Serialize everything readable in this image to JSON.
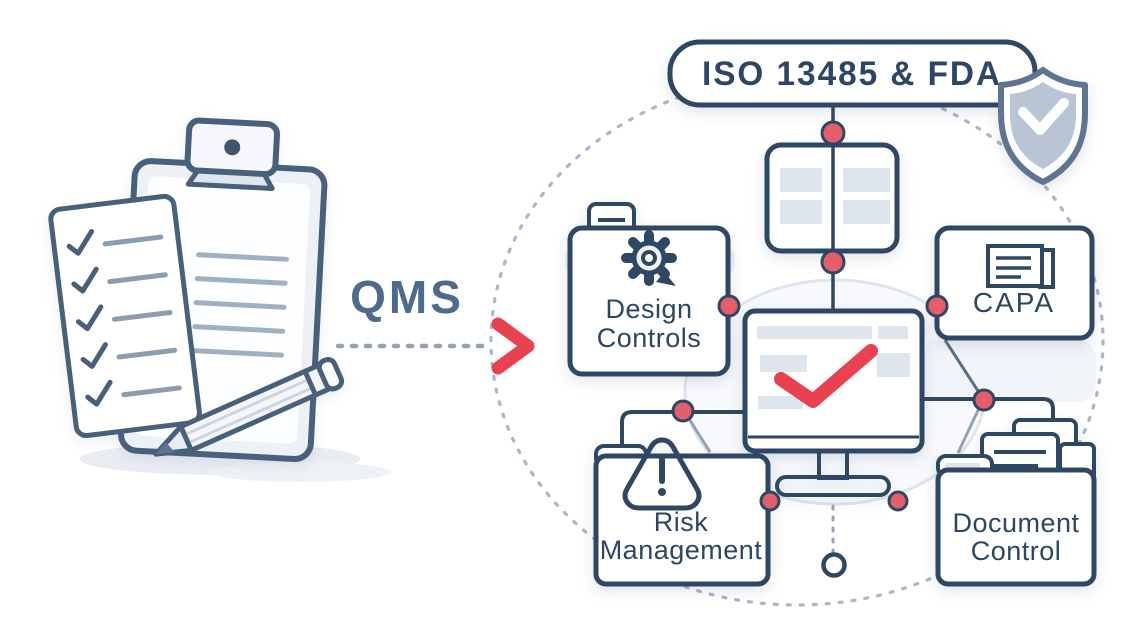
{
  "qms": {
    "label": "QMS"
  },
  "badge": {
    "label": "ISO 13485 & FDA"
  },
  "nodes": {
    "design_controls": {
      "line1": "Design",
      "line2": "Controls"
    },
    "capa": {
      "label": "CAPA"
    },
    "risk_management": {
      "line1": "Risk",
      "line2": "Management"
    },
    "document_control": {
      "line1": "Document",
      "line2": "Control"
    }
  },
  "colors": {
    "navy": "#2e4763",
    "text_navy": "#2c4663",
    "accent_red": "#e8414f",
    "node_red": "#e45f6b",
    "qms_blue": "#4d6a8f",
    "muted_line": "#93a3b5",
    "dash_gray": "#a9b7c8",
    "shield_gray": "#b9c5d4",
    "shield_border": "#5d7592",
    "block_gray": "#dfe5ec"
  }
}
